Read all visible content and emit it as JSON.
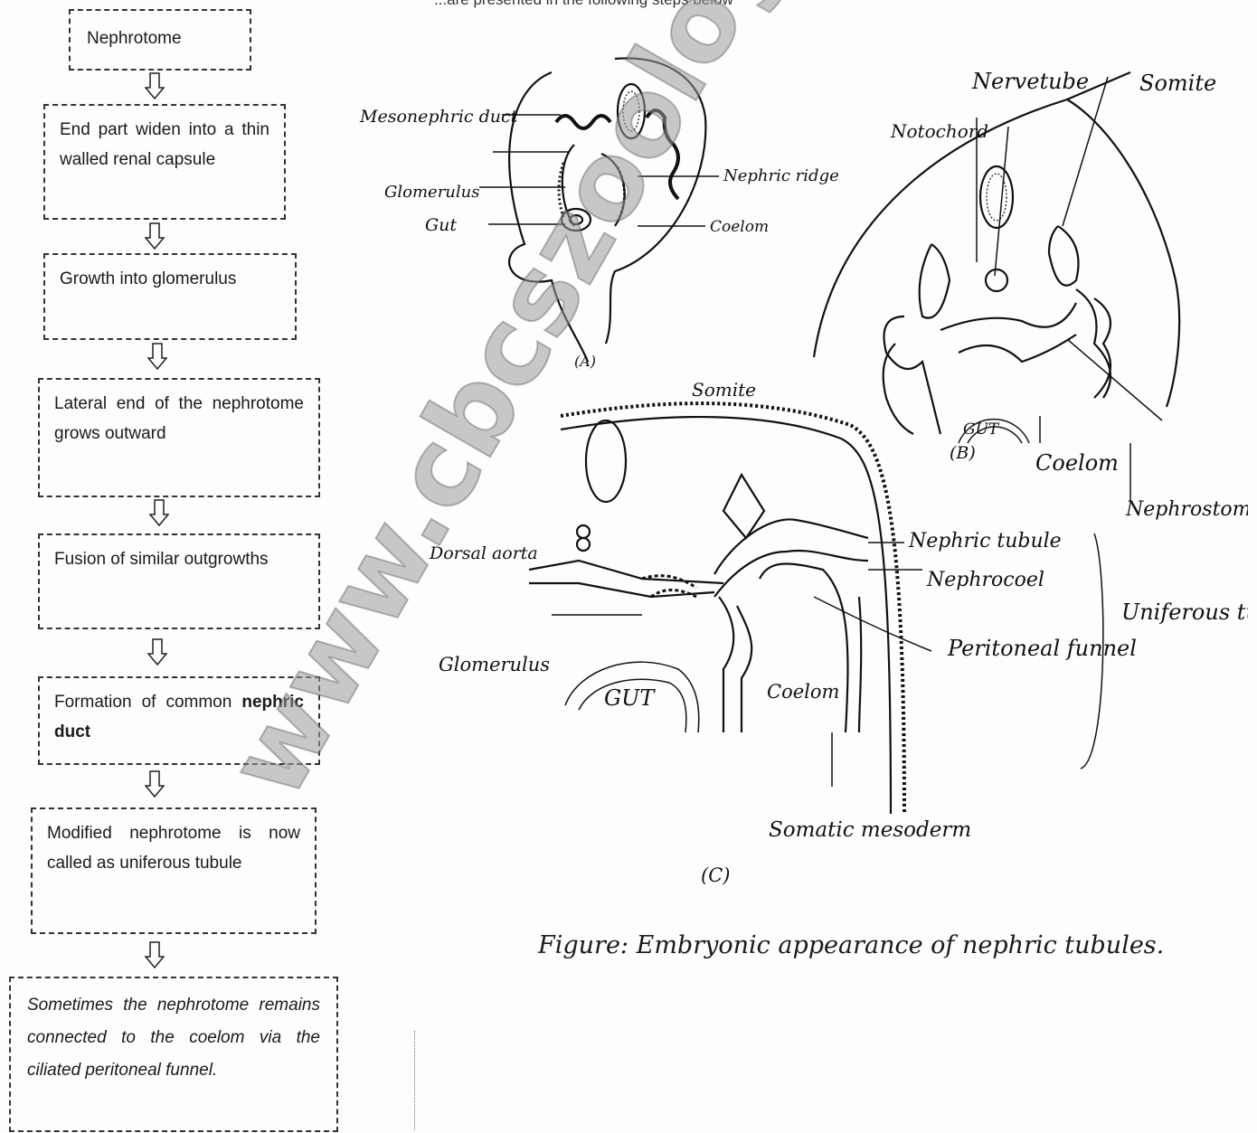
{
  "top_text": "...are presented in the following steps below",
  "flowchart": {
    "steps": [
      {
        "text": "Nephrotome"
      },
      {
        "text": "End part widen into a thin walled renal capsule"
      },
      {
        "text": "Growth into glomerulus"
      },
      {
        "text": "Lateral end of the nephrotome grows outward"
      },
      {
        "text": "Fusion of similar outgrowths"
      },
      {
        "text_pre": "Formation of common ",
        "text_bold": "nephric duct"
      },
      {
        "text": "Modified nephrotome is now called as uniferous tubule"
      },
      {
        "text": "Sometimes the nephrotome remains connected to the coelom via the ciliated peritoneal funnel."
      }
    ]
  },
  "diagram": {
    "panel_a": {
      "label": "(A)",
      "labels": [
        "Mesonephric duct",
        "Glomerulus",
        "Gut",
        "Nephric ridge",
        "Coelom"
      ]
    },
    "panel_b": {
      "label": "(B)",
      "labels": [
        "Nervetube",
        "Somite",
        "Notochord",
        "GUT",
        "Coelom",
        "Nephrostome"
      ]
    },
    "panel_c": {
      "label": "(C)",
      "labels": [
        "Somite",
        "Dorsal aorta",
        "Nephric tubule",
        "Nephrocoel",
        "Peritoneal funnel",
        "Uniferous tubule",
        "Glomerulus",
        "GUT",
        "Coelom",
        "Somatic mesoderm"
      ]
    }
  },
  "caption": "Figure: Embryonic appearance of nephric tubules.",
  "watermark": "www.cbcszoology.org"
}
